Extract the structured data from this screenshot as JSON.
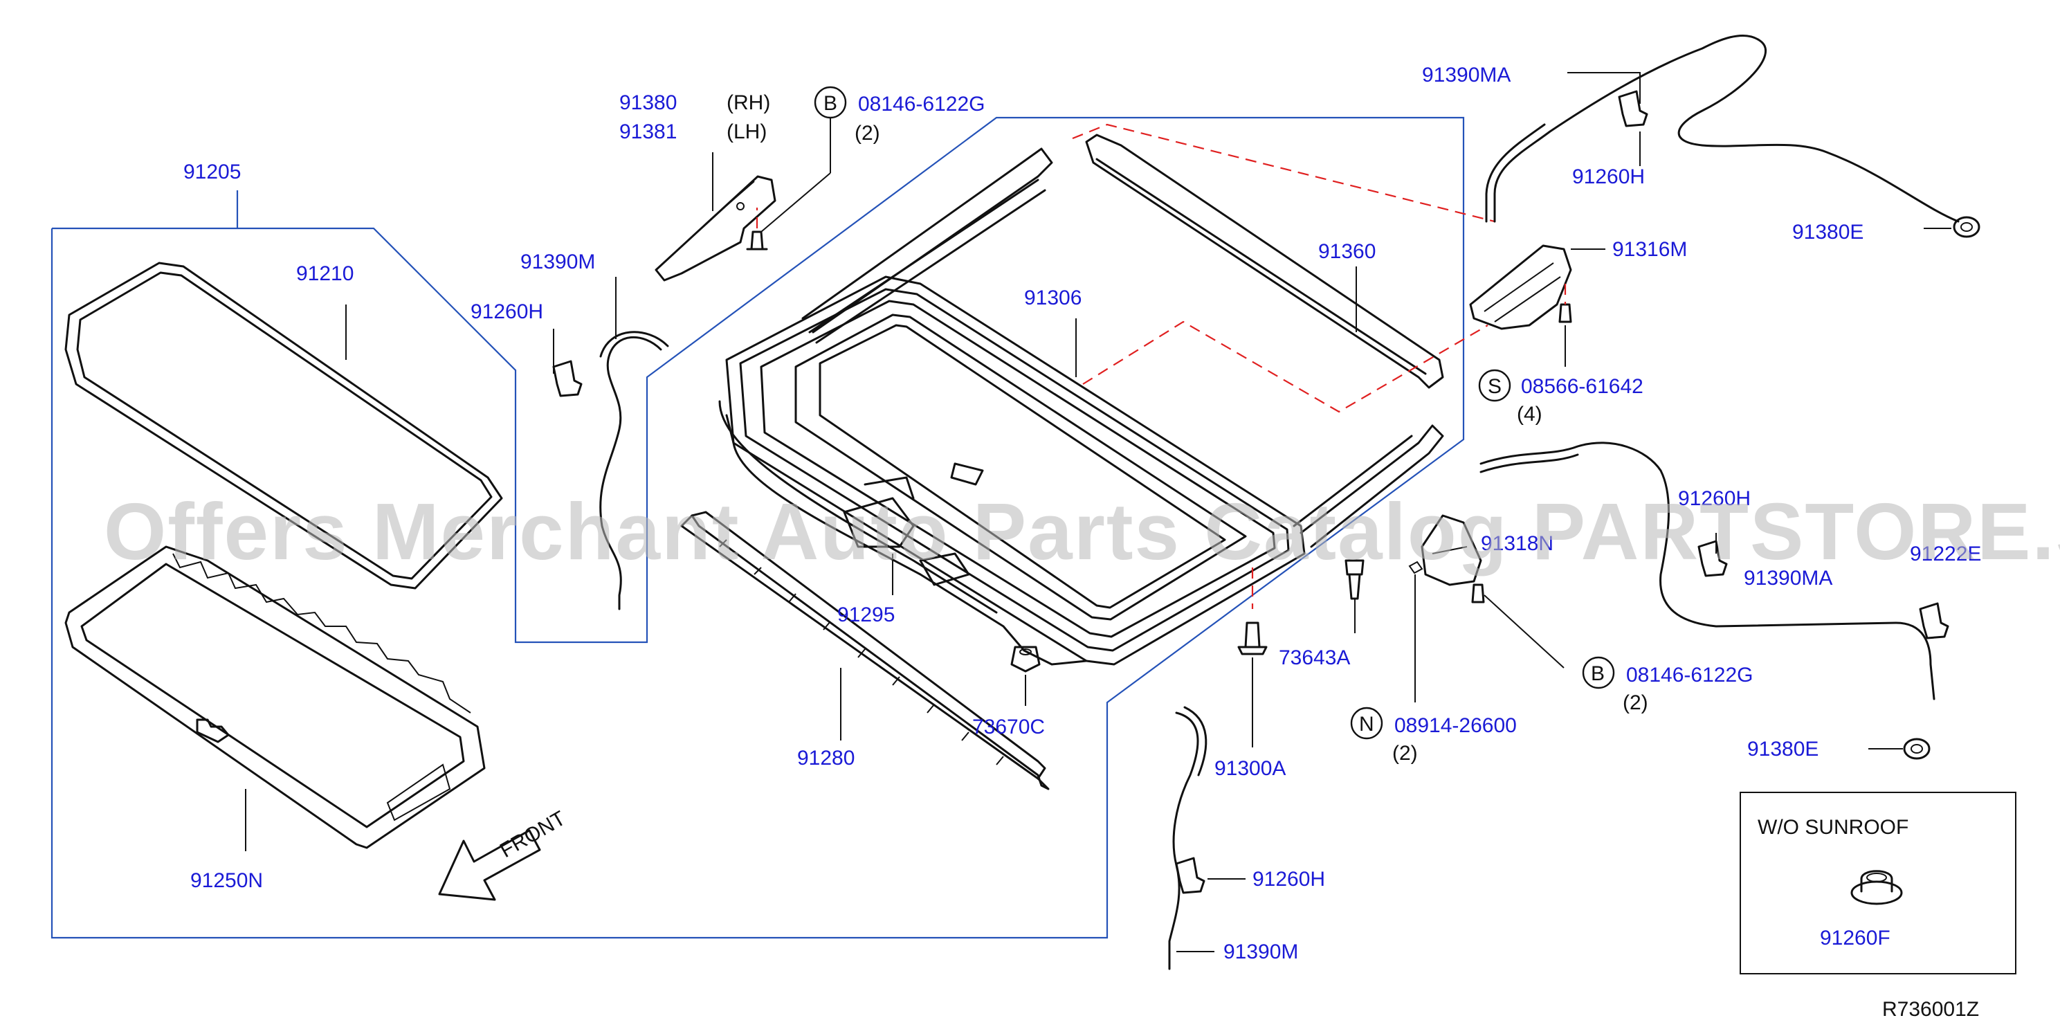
{
  "watermark": "Offers Merchant Auto Parts Catalog PARTSTORE.SA",
  "diagram_code": "R736001Z",
  "front_label": "FRONT",
  "inset": {
    "title": "W/O   SUNROOF",
    "part": "91260F"
  },
  "callouts": {
    "p91205": "91205",
    "p91210": "91210",
    "p91250N": "91250N",
    "p91380": "91380",
    "p91381": "91381",
    "rh": "(RH)",
    "lh": "(LH)",
    "b1_sym": "B",
    "b1_part": "08146-6122G",
    "b1_qty": "(2)",
    "p91390M_top": "91390M",
    "p91260H_left": "91260H",
    "p91306": "91306",
    "p91360": "91360",
    "p91390MA_top": "91390MA",
    "p91260H_topright": "91260H",
    "p91380E_top": "91380E",
    "p91316M": "91316M",
    "s_sym": "S",
    "s_part": "08566-61642",
    "s_qty": "(4)",
    "p91295": "91295",
    "p73670C": "73670C",
    "p91280": "91280",
    "p91300A": "91300A",
    "p73643A": "73643A",
    "p91318N": "91318N",
    "n_sym": "N",
    "n_part": "08914-26600",
    "n_qty": "(2)",
    "b2_sym": "B",
    "b2_part": "08146-6122G",
    "b2_qty": "(2)",
    "p91260H_right": "91260H",
    "p91222E": "91222E",
    "p91390MA_right": "91390MA",
    "p91380E_bottom": "91380E",
    "p91260H_bottom": "91260H",
    "p91390M_bottom": "91390M"
  },
  "icons": [
    "clip-icon",
    "screw-icon",
    "nut-icon",
    "grommet-icon",
    "front-arrow-icon"
  ]
}
